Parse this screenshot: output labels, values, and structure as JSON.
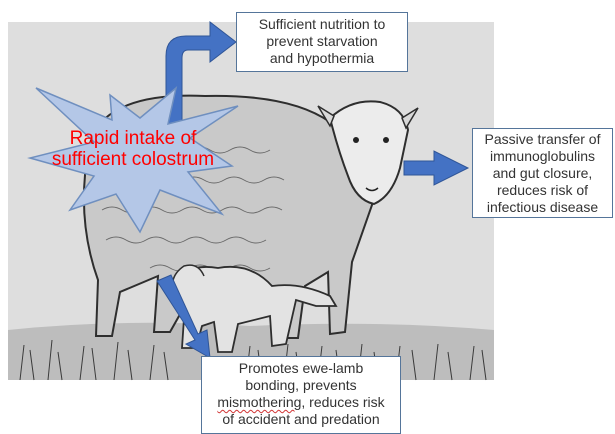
{
  "center_label": {
    "line1": "Rapid intake of",
    "line2": "sufficient colostrum"
  },
  "outcomes": {
    "nutrition": {
      "line1": "Sufficient nutrition to",
      "line2": "prevent starvation",
      "line3": "and hypothermia"
    },
    "passive_transfer": {
      "line1": "Passive transfer of",
      "line2": "immunoglobulins",
      "line3": "and gut closure,",
      "line4": "reduces risk of",
      "line5": "infectious disease"
    },
    "bonding": {
      "line1": "Promotes ewe-lamb",
      "line2": "bonding, prevents",
      "line3_word": "mismothering",
      "line3_rest": ", reduces risk",
      "line4": "of accident and predation"
    }
  },
  "colors": {
    "arrow": "#4472c4",
    "burst_fill": "#b4c7e7",
    "burst_stroke": "#6f8fbf",
    "label_red": "#ff0000",
    "box_border": "#55759a"
  }
}
